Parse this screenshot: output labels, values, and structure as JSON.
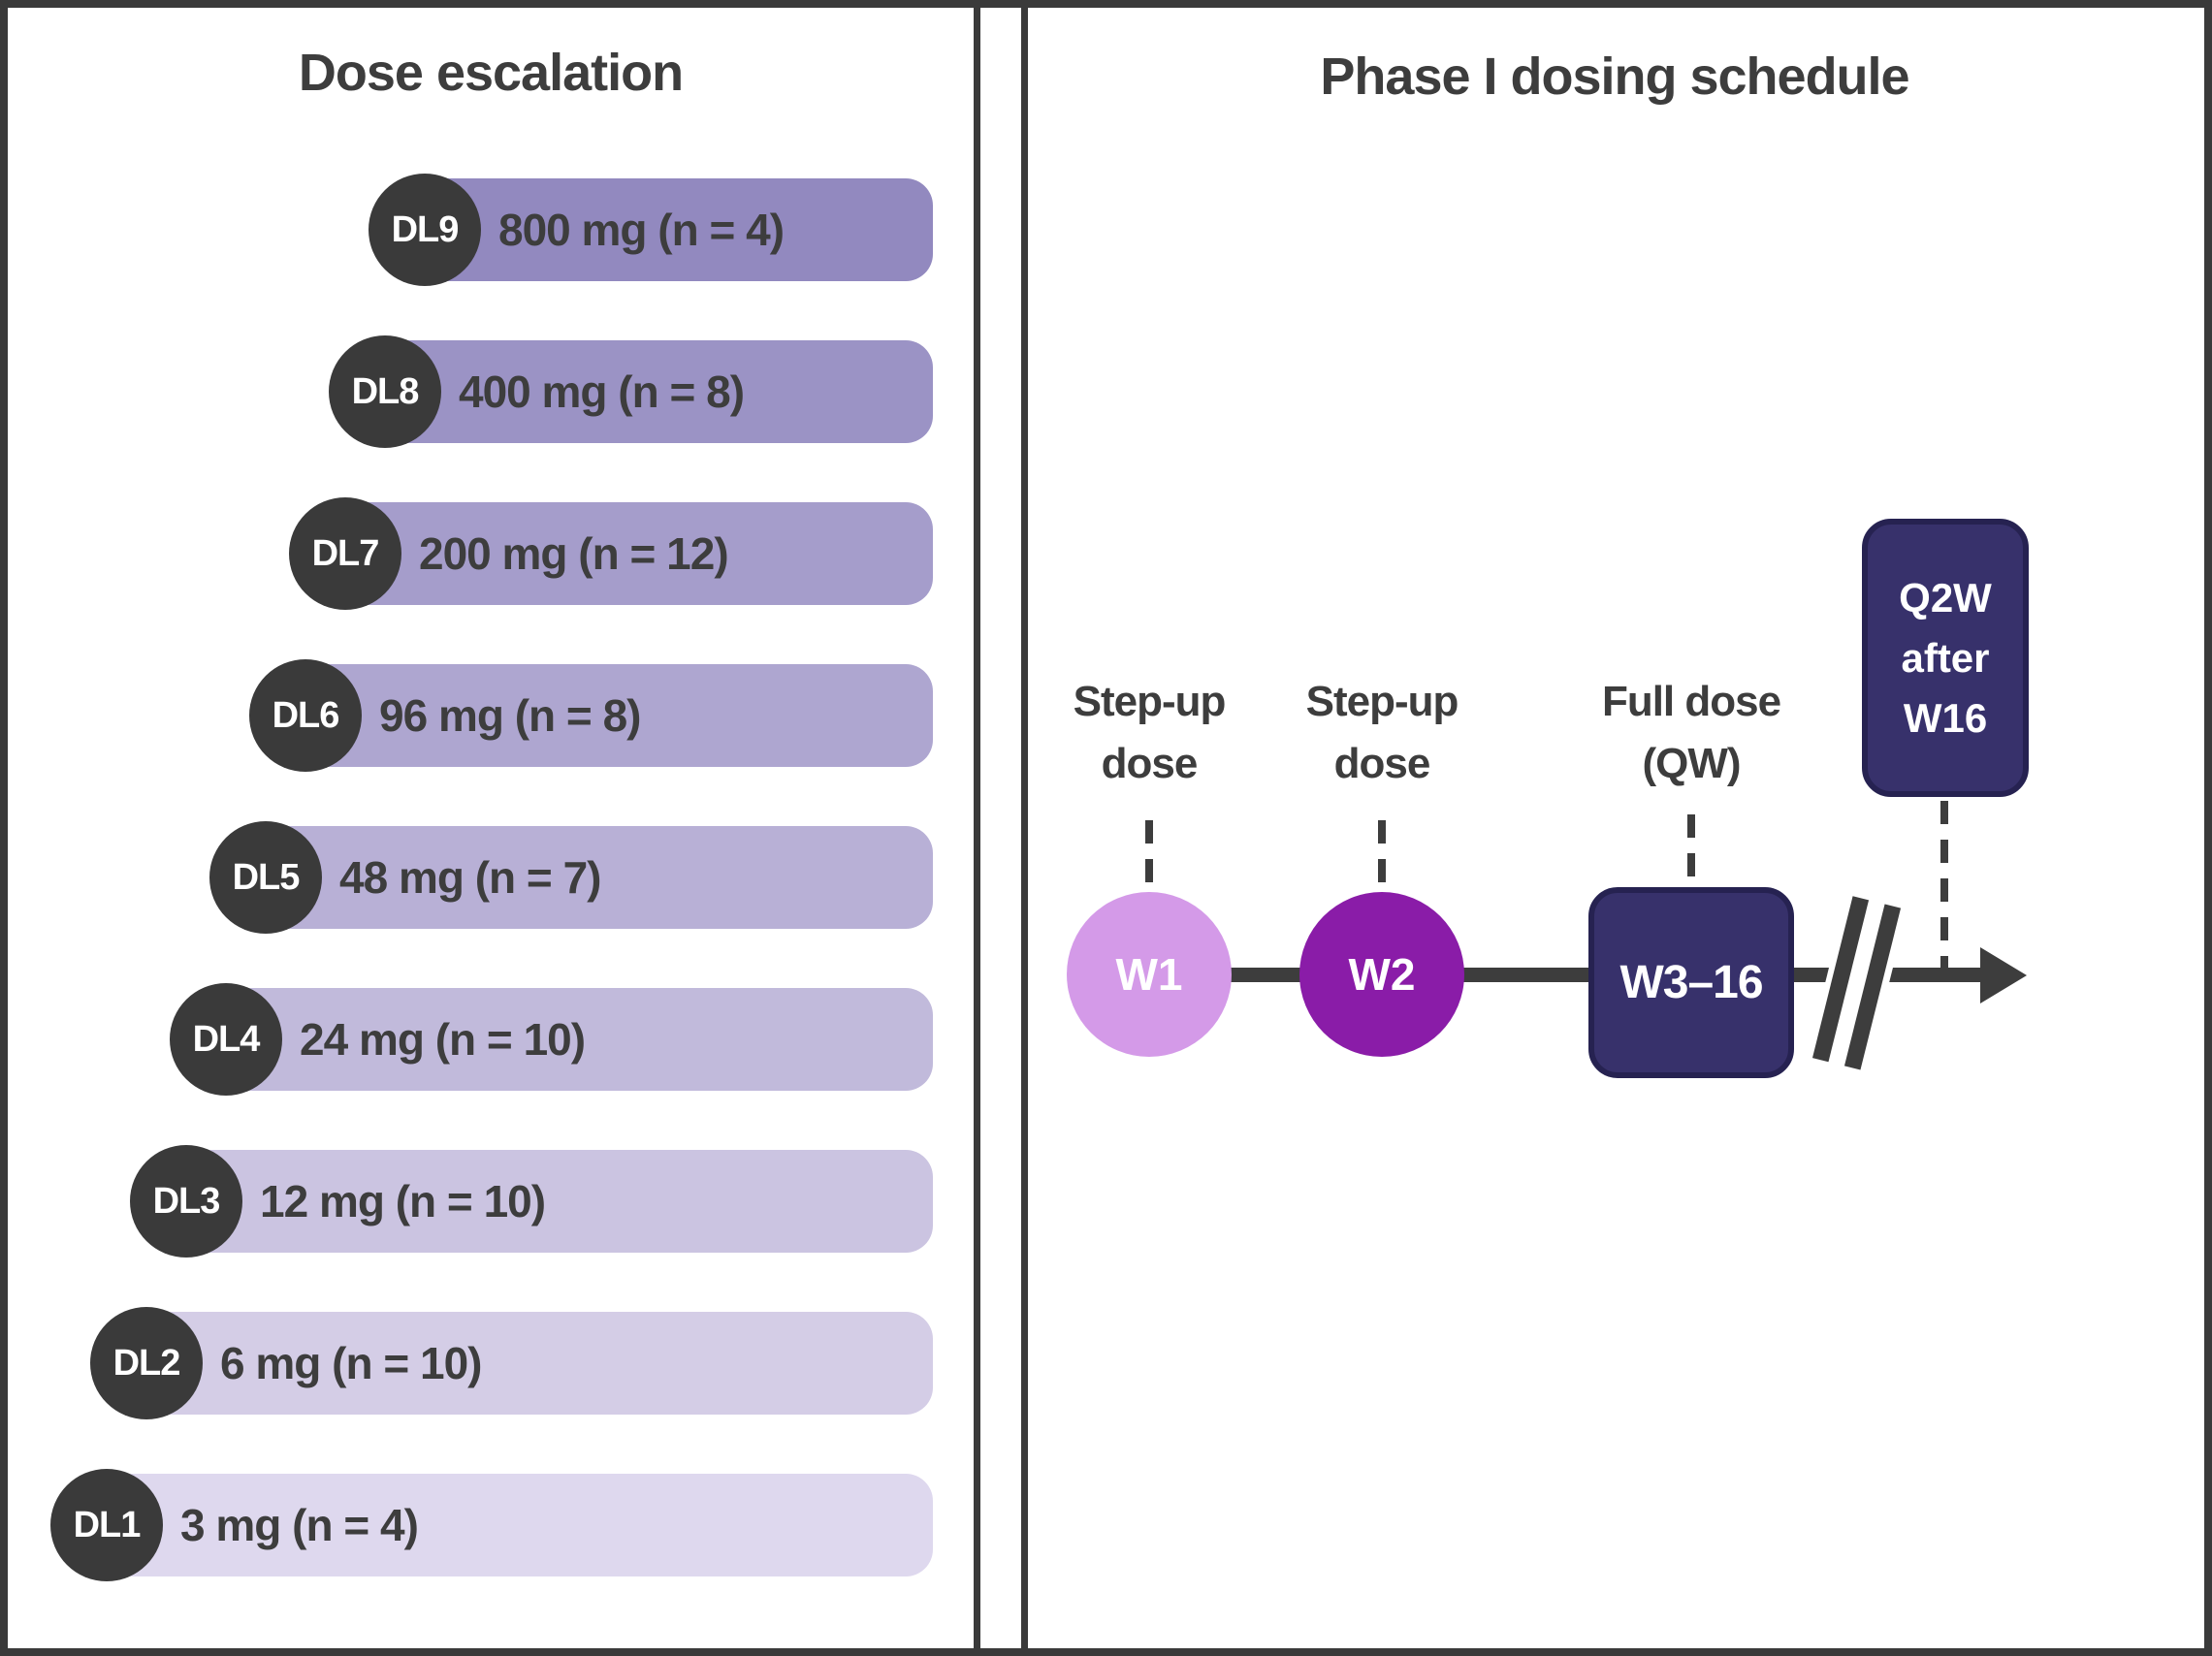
{
  "left_panel": {
    "title": "Dose escalation",
    "badge_color": "#3a3a3a",
    "dose_levels": [
      {
        "badge": "DL9",
        "label": "800 mg (n = 4)",
        "bar_color": "#9289bf"
      },
      {
        "badge": "DL8",
        "label": "400 mg (n = 8)",
        "bar_color": "#9b93c5"
      },
      {
        "badge": "DL7",
        "label": "200 mg (n = 12)",
        "bar_color": "#a59dcb"
      },
      {
        "badge": "DL6",
        "label": "96 mg (n = 8)",
        "bar_color": "#aea6d0"
      },
      {
        "badge": "DL5",
        "label": "48 mg (n = 7)",
        "bar_color": "#b8b0d6"
      },
      {
        "badge": "DL4",
        "label": "24 mg (n = 10)",
        "bar_color": "#c1badb"
      },
      {
        "badge": "DL3",
        "label": "12 mg (n = 10)",
        "bar_color": "#cbc4e1"
      },
      {
        "badge": "DL2",
        "label": "6 mg (n = 10)",
        "bar_color": "#d4cde6"
      },
      {
        "badge": "DL1",
        "label": "3 mg (n = 4)",
        "bar_color": "#ded8ee"
      }
    ]
  },
  "right_panel": {
    "title": "Phase I dosing schedule",
    "w1": {
      "label": "W1",
      "color": "#d49ae8",
      "annotation": [
        "Step-up",
        "dose"
      ]
    },
    "w2": {
      "label": "W2",
      "color": "#8a1ca8",
      "annotation": [
        "Step-up",
        "dose"
      ]
    },
    "w3_16": {
      "label": "W3–16",
      "color": "#37316b",
      "annotation": [
        "Full dose",
        "(QW)"
      ]
    },
    "q2w": {
      "lines": [
        "Q2W",
        "after",
        "W16"
      ],
      "color": "#37316b"
    }
  },
  "colors": {
    "frame": "#3a3a3a",
    "text": "#3d3d3d",
    "line": "#3d3d3d",
    "navy_border": "#262251",
    "background": "#ffffff"
  }
}
